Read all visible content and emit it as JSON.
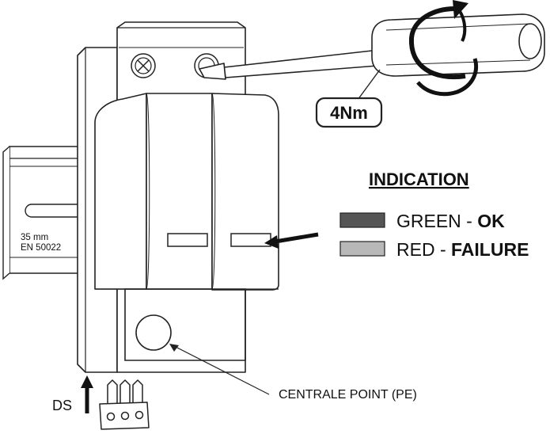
{
  "rail": {
    "size_label": "35 mm",
    "standard_label": "EN 50022"
  },
  "torque": {
    "value": "4Nm"
  },
  "indication": {
    "heading": "INDICATION",
    "separator": " - ",
    "states": [
      {
        "color_name": "GREEN",
        "meaning": "OK",
        "swatch": "#555555"
      },
      {
        "color_name": "RED",
        "meaning": "FAILURE",
        "swatch": "#b8b8b8"
      }
    ]
  },
  "callouts": {
    "pe_point": "CENTRALE POINT (PE)",
    "ds": "DS"
  },
  "colors": {
    "line": "#222222",
    "device_face": "#ffffff"
  }
}
